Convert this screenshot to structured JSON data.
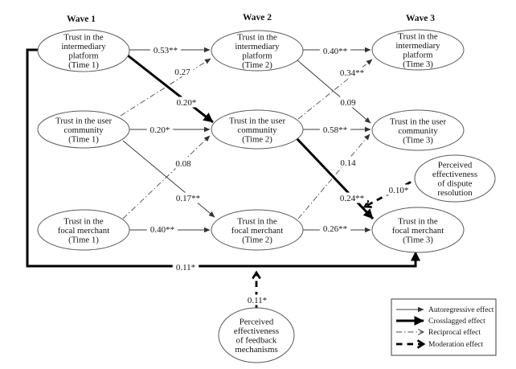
{
  "figure": {
    "wave_headers": [
      "Wave 1",
      "Wave 2",
      "Wave 3"
    ],
    "nodes": [
      {
        "id": "platform-t1",
        "lines": [
          "Trust in the",
          "intermediary",
          "platform",
          "(Time 1)"
        ]
      },
      {
        "id": "platform-t2",
        "lines": [
          "Trust in the",
          "intermediary",
          "platform",
          "(Time 2)"
        ]
      },
      {
        "id": "platform-t3",
        "lines": [
          "Trust in the",
          "intermediary",
          "platform",
          "(Time 3)"
        ]
      },
      {
        "id": "community-t1",
        "lines": [
          "Trust in the user",
          "community",
          "(Time 1)"
        ]
      },
      {
        "id": "community-t2",
        "lines": [
          "Trust in the user",
          "community",
          "(Time 2)"
        ]
      },
      {
        "id": "community-t3",
        "lines": [
          "Trust in the user",
          "community",
          "(Time 3)"
        ]
      },
      {
        "id": "merchant-t1",
        "lines": [
          "Trust in the",
          "focal merchant",
          "(Time 1)"
        ]
      },
      {
        "id": "merchant-t2",
        "lines": [
          "Trust in the",
          "focal merchant",
          "(Time 2)"
        ]
      },
      {
        "id": "merchant-t3",
        "lines": [
          "Trust in the",
          "focal merchant",
          "(Time 3)"
        ]
      },
      {
        "id": "dispute",
        "lines": [
          "Perceived",
          "effectiveness",
          "of dispute",
          "resolution"
        ]
      },
      {
        "id": "feedback",
        "lines": [
          "Perceived",
          "effectiveness",
          "of feedback",
          "mechanisms"
        ]
      }
    ],
    "edges": [
      {
        "id": "p1-p2",
        "type": "autoregressive",
        "coefficient": "0.53**"
      },
      {
        "id": "c1-p2",
        "type": "reciprocal",
        "coefficient": "0.27"
      },
      {
        "id": "p1-c2",
        "type": "crosslagged",
        "coefficient": "0.20*"
      },
      {
        "id": "c1-c2",
        "type": "autoregressive",
        "coefficient": "0.20*"
      },
      {
        "id": "m1-c2",
        "type": "reciprocal",
        "coefficient": "0.08"
      },
      {
        "id": "c1-m2",
        "type": "crosslagged",
        "coefficient": "0.17**"
      },
      {
        "id": "m1-m2",
        "type": "autoregressive",
        "coefficient": "0.40**"
      },
      {
        "id": "p2-p3",
        "type": "autoregressive",
        "coefficient": "0.40**"
      },
      {
        "id": "c2-p3",
        "type": "reciprocal",
        "coefficient": "0.34**"
      },
      {
        "id": "p2-c3",
        "type": "crosslagged",
        "coefficient": "0.09"
      },
      {
        "id": "c2-c3",
        "type": "autoregressive",
        "coefficient": "0.58**"
      },
      {
        "id": "m2-c3",
        "type": "reciprocal",
        "coefficient": "0.14"
      },
      {
        "id": "c2-m3",
        "type": "crosslagged",
        "coefficient": "0.24**"
      },
      {
        "id": "m2-m3",
        "type": "autoregressive",
        "coefficient": "0.26**"
      },
      {
        "id": "p1-m3",
        "type": "crosslagged",
        "coefficient": "0.11*"
      },
      {
        "id": "feedback-mod",
        "type": "moderation",
        "coefficient": "0.11*"
      },
      {
        "id": "dispute-mod",
        "type": "moderation",
        "coefficient": "0.10*"
      }
    ],
    "legend": [
      {
        "type": "autoregressive",
        "label": "Autoregressive effect"
      },
      {
        "type": "crosslagged",
        "label": "Crosslagged effect"
      },
      {
        "type": "reciprocal",
        "label": "Reciprocal effect"
      },
      {
        "type": "moderation",
        "label": "Moderation effect"
      }
    ]
  }
}
